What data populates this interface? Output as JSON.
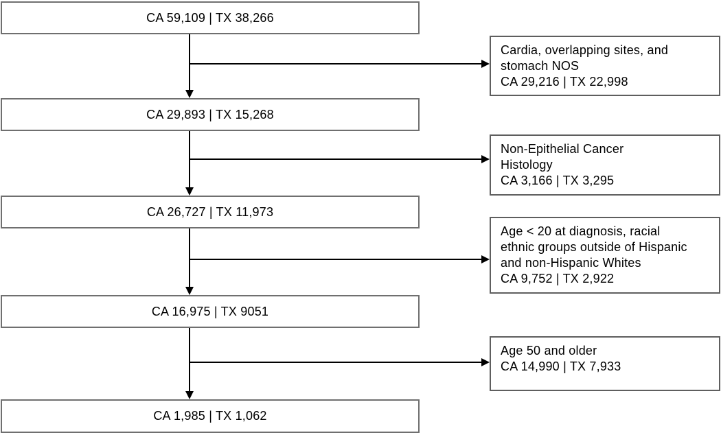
{
  "flow": {
    "main_boxes": [
      {
        "label": "CA 59,109 | TX 38,266"
      },
      {
        "label": "CA 29,893 | TX 15,268"
      },
      {
        "label": "CA 26,727 | TX 11,973"
      },
      {
        "label": "CA 16,975 | TX 9051"
      },
      {
        "label": "CA 1,985 | TX 1,062"
      }
    ],
    "exclusions": [
      {
        "description": "Cardia, overlapping sites, and\nstomach NOS",
        "value": "CA 29,216 | TX 22,998"
      },
      {
        "description": "Non-Epithelial Cancer\nHistology",
        "value": "CA 3,166 | TX 3,295"
      },
      {
        "description": "Age < 20 at diagnosis, racial\nethnic groups outside of Hispanic\nand non-Hispanic Whites",
        "value": "CA 9,752 | TX 2,922"
      },
      {
        "description": "Age 50 and older",
        "value": "CA 14,990 | TX 7,933"
      }
    ],
    "colors": {
      "background": "#ffffff",
      "box_border": "#5e5e5e",
      "arrow": "#000000",
      "text": "#000000"
    }
  }
}
